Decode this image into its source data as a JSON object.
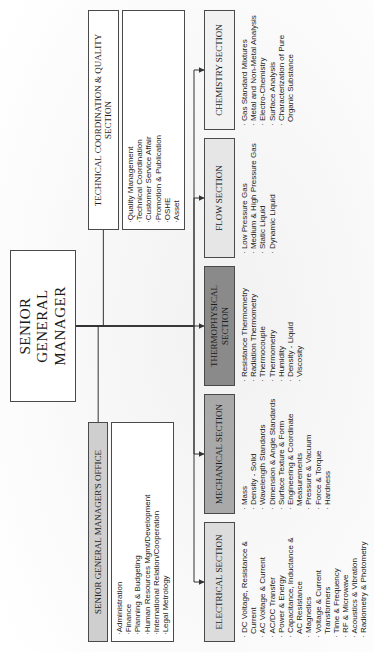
{
  "diagram": {
    "nodes": [
      {
        "text": [
          "SENIOR GENERAL MANAGER"
        ]
      },
      {
        "text": [
          "SENIOR GENERAL MANAGER'S OFFICE"
        ]
      },
      {
        "text": [
          "·Administration",
          "·Finance",
          "·Planning & Budgeting",
          "·Human Resources Mgmt/Development",
          "·International Relation/Cooperation",
          "·Legal Metrology"
        ]
      },
      {
        "text": [
          "TECHNICAL COORDINATION & QUALITY SECTION"
        ]
      },
      {
        "text": [
          "·Quality Management",
          "·Technical Coordination",
          "·Customer Service Affair",
          "·Promotion & Publication",
          "·OSHE",
          "·Asset"
        ]
      },
      {
        "text": [
          "ELECTRICAL SECTION"
        ]
      },
      {
        "text": [
          "MECHANICAL SECTION"
        ]
      },
      {
        "text": [
          "THERMOPHYSICAL SECTION"
        ]
      },
      {
        "text": [
          "FLOW SECTION"
        ]
      },
      {
        "text": [
          "CHEMISTRY SECTION"
        ]
      }
    ],
    "edges": [
      {
        "from": 0,
        "to": 1,
        "arrow": "none"
      },
      {
        "from": 0,
        "to": 3,
        "arrow": "none"
      },
      {
        "from": 0,
        "to": 5,
        "arrow": "to"
      },
      {
        "from": 0,
        "to": 6,
        "arrow": "to"
      },
      {
        "from": 0,
        "to": 7,
        "arrow": "to"
      },
      {
        "from": 0,
        "to": 8,
        "arrow": "to"
      },
      {
        "from": 0,
        "to": 9,
        "arrow": "to"
      }
    ],
    "labels": [
      "· DC Voltage, Resistance & Current",
      "· AC Voltage & Current",
      "· AC/DC Transfer",
      "· Power & Energy",
      "· Capacitance, Inductance & AC Resistance",
      "· Magnetics",
      "· Voltage & Current Transformers",
      "· Time & Frequency",
      "· RF & Microwave",
      "· Acoustics & Vibration",
      "· Radiometry & Photometry",
      "· Mass",
      "· Density - Solid",
      "· Wavelength Standards",
      "· Dimension & Angle Standards",
      "· Surface Texture & Form",
      "· Engineering & Coordinate Measurements",
      "· Pressure & Vacuum",
      "· Force & Torque",
      "· Hardness",
      "· Resistance Thermometry",
      "· Radiation Thermometry",
      "· Thermocouple",
      "· Thermometry",
      "· Humidity",
      "· Density - Liquid",
      "· Viscosity",
      "· Low Pressure Gas",
      "· Medium & High Pressure Gas",
      "· Static Liquid",
      "· Dynamic Liquid",
      "· Gas Standard Mixtures",
      "· Metal and Non-Metal Analysis",
      "· Electro-Chemistry",
      "· Surface Analysis",
      "· Characterization of Pure Organic Substance"
    ]
  }
}
